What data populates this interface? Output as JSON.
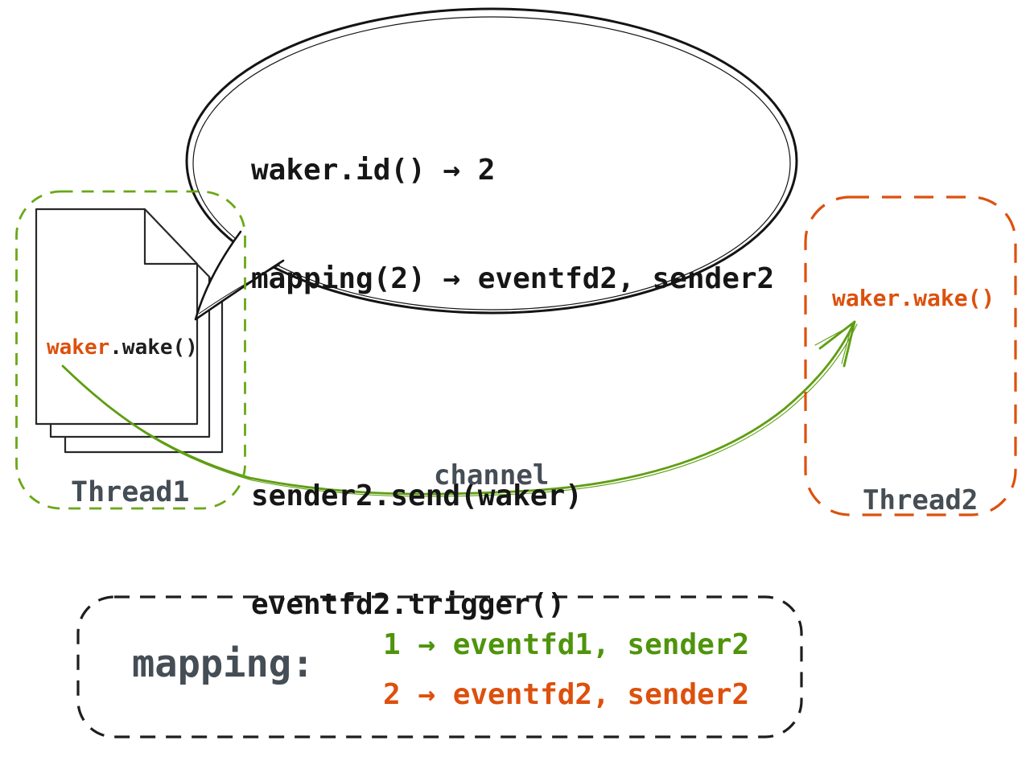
{
  "colors": {
    "green_arrow": "#5f9e12",
    "green_border": "#69a816",
    "green_text": "#4f940c",
    "orange": "#dd500d",
    "slate": "#454d55",
    "ink": "#1a1a1a"
  },
  "bubble": {
    "lines": [
      "waker.id() → 2",
      "mapping(2) → eventfd2, sender2",
      "",
      "sender2.send(waker)",
      "eventfd2.trigger()"
    ]
  },
  "thread1": {
    "label": "Thread1",
    "call_object": "waker",
    "call_method": ".wake()"
  },
  "thread2": {
    "label": "Thread2",
    "call": "waker.wake()"
  },
  "channel": {
    "label": "channel"
  },
  "mapping_box": {
    "title": "mapping:",
    "entries": [
      {
        "key": "1",
        "text": "1 → eventfd1, sender2",
        "color": "#4f940c"
      },
      {
        "key": "2",
        "text": "2 → eventfd2, sender2",
        "color": "#dd500d"
      }
    ]
  }
}
